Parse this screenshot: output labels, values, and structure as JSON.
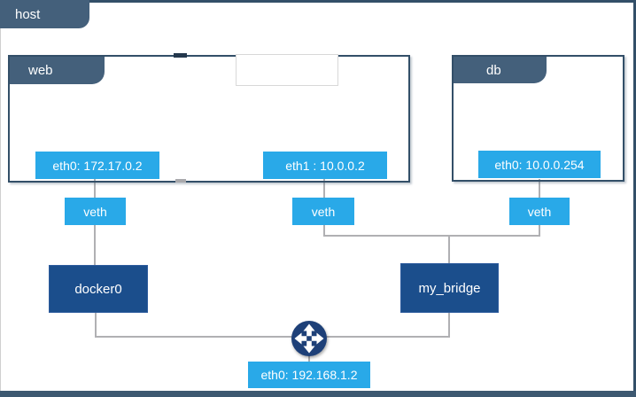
{
  "diagram": {
    "host": {
      "label": "host"
    },
    "containers": [
      {
        "name": "web",
        "tab": "web",
        "interfaces": [
          "eth0: 172.17.0.2",
          "eth1 : 10.0.0.2"
        ]
      },
      {
        "name": "db",
        "tab": "db",
        "interfaces": [
          "eth0: 10.0.0.254"
        ]
      }
    ],
    "veth_labels": [
      "veth",
      "veth",
      "veth"
    ],
    "bridges": [
      "docker0",
      "my_bridge"
    ],
    "host_interface": "eth0: 192.168.1.2",
    "router_icon": "cross-arrows-router-icon"
  },
  "colors": {
    "tab_slate": "#44607b",
    "box_border": "#334f68",
    "interface_blue": "#29a9e8",
    "bridge_navy": "#1b4e8c",
    "router_navy": "#1e4078",
    "connector_gray": "#b0b0b3",
    "bottom_band": "#3d5971"
  }
}
